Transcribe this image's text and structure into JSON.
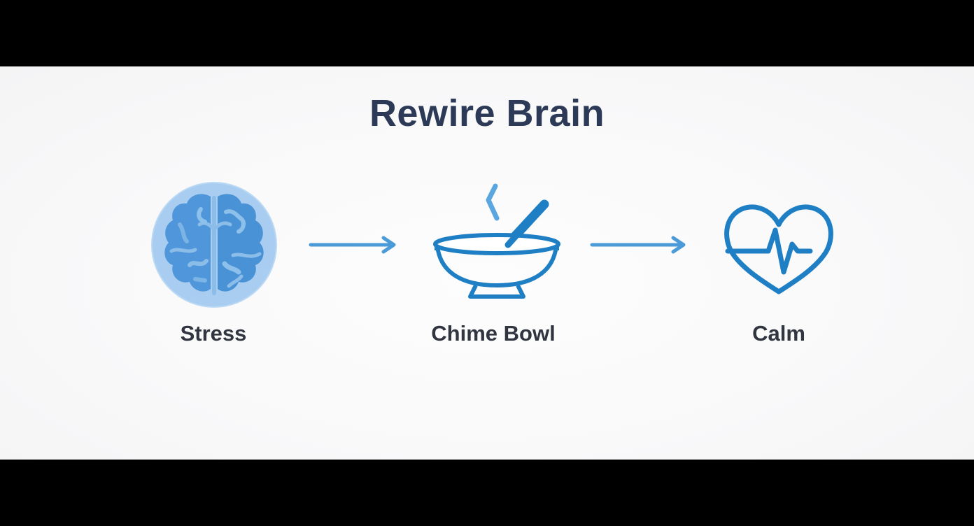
{
  "diagram": {
    "title": "Rewire Brain",
    "steps": [
      {
        "label": "Stress",
        "icon": "brain-icon"
      },
      {
        "label": "Chime Bowl",
        "icon": "bowl-icon"
      },
      {
        "label": "Calm",
        "icon": "heart-pulse-icon"
      }
    ],
    "connectors": [
      {
        "from": "Stress",
        "to": "Chime Bowl",
        "icon": "arrow-right-icon"
      },
      {
        "from": "Chime Bowl",
        "to": "Calm",
        "icon": "arrow-right-icon"
      }
    ]
  },
  "colors": {
    "title": "#2c3a57",
    "label": "#30353f",
    "accent": "#1f7fc4",
    "arrow": "#4a9bd8",
    "brain_circle": "#a9cdf0",
    "brain_fill": "#4a94d9",
    "background": "#f9f9fa",
    "letterbox": "#000000"
  }
}
